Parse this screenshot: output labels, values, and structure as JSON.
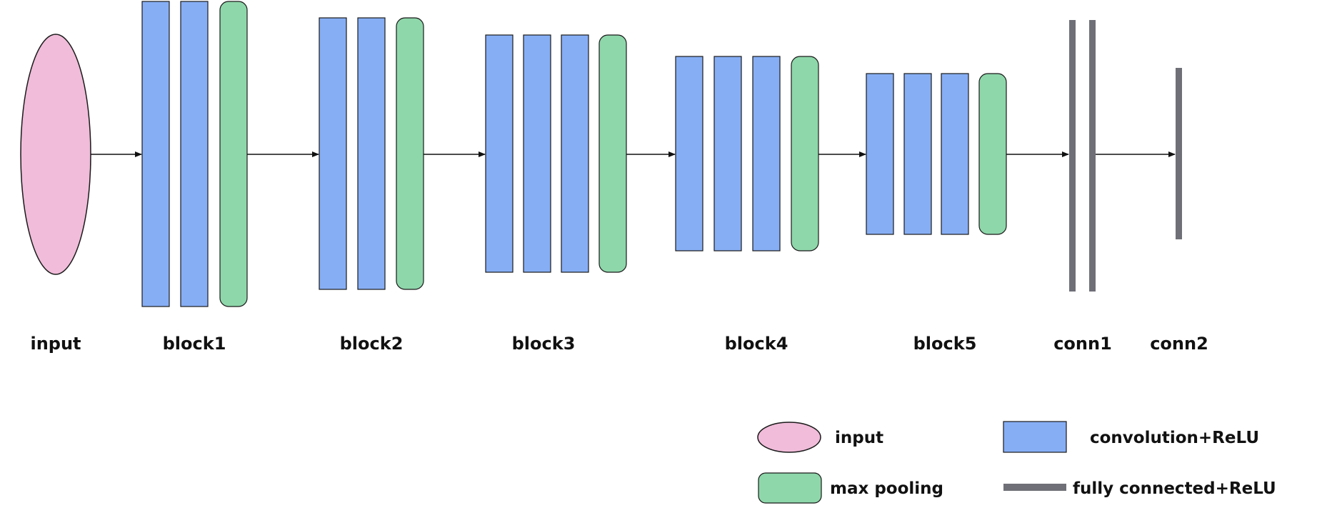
{
  "colors": {
    "input": "#F0BCD9",
    "convolution": "#86AEF5",
    "pooling": "#8ED7AA",
    "fully_connected": "#6F6F78",
    "stroke": "#1A1A1A"
  },
  "stages": {
    "input": "input",
    "block1": "block1",
    "block2": "block2",
    "block3": "block3",
    "block4": "block4",
    "block5": "block5",
    "conn1": "conn1",
    "conn2": "conn2"
  },
  "legend": {
    "input": "input",
    "convolution": "convolution+ReLU",
    "pooling": "max pooling",
    "fully_connected": "fully connected+ReLU"
  }
}
